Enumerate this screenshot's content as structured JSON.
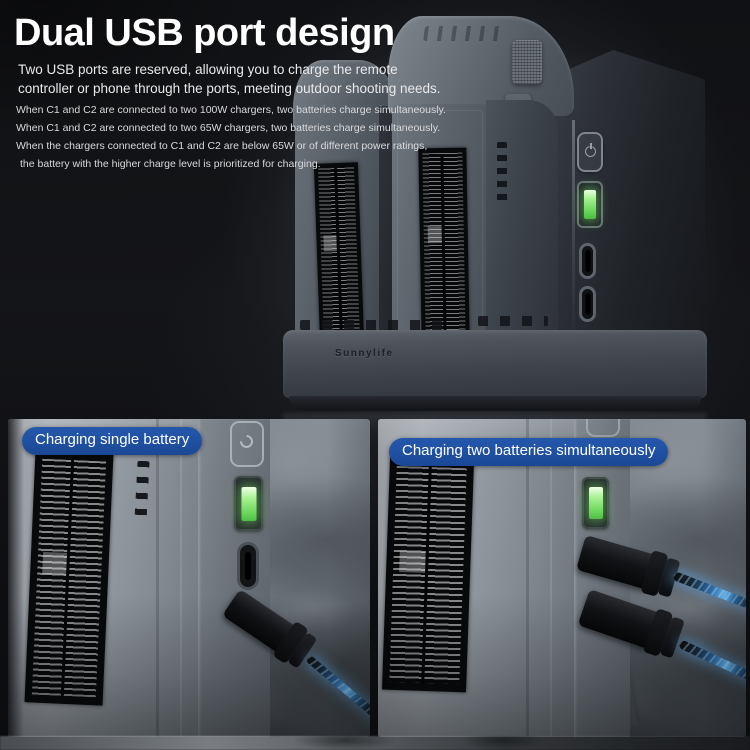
{
  "header": {
    "title": "Dual USB port design",
    "description_lines": [
      "Two USB ports are reserved, allowing you to charge the remote",
      "controller or phone through the ports, meeting outdoor shooting needs."
    ],
    "notes": [
      "When C1 and C2 are connected to two 100W chargers, two batteries charge simultaneously.",
      "When C1 and C2 are connected to two 65W chargers, two batteries charge simultaneously.",
      "When the chargers connected to C1 and C2 are below 65W or of different power ratings,",
      "the battery with the higher charge level is prioritized for charging."
    ]
  },
  "product": {
    "brand_emboss": "Sunnylife",
    "icons": [
      "power-icon",
      "battery-level-led",
      "usb-c-port"
    ]
  },
  "panels": [
    {
      "label": "Charging single battery"
    },
    {
      "label": "Charging two batteries simultaneously"
    }
  ],
  "colors": {
    "badge_blue": "#1e4fa1",
    "led_green": "#7ede6b",
    "cable_glow_blue": "#5bb3ff",
    "background": "#121316"
  }
}
